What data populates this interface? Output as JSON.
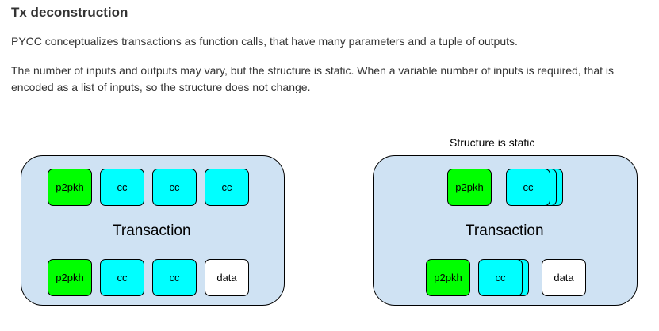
{
  "doc": {
    "title": "Tx deconstruction",
    "para1": "PYCC conceptualizes transactions as function calls, that have many parameters and a tuple of outputs.",
    "para2": "The number of inputs and outputs may vary, but the structure is static. When a variable number of inputs is required, that is encoded as a list of inputs, so the structure does not change."
  },
  "diagram": {
    "caption": "Structure is static",
    "left": {
      "label": "Transaction",
      "inputs": [
        "p2pkh",
        "cc",
        "cc",
        "cc"
      ],
      "outputs": [
        "p2pkh",
        "cc",
        "cc",
        "data"
      ]
    },
    "right": {
      "label": "Transaction",
      "inputs": [
        "p2pkh",
        "cc"
      ],
      "outputs": [
        "p2pkh",
        "cc",
        "data"
      ]
    }
  },
  "colors": {
    "box_fill": "#cfe2f3",
    "p2pkh": "#00ff00",
    "cc": "#00ffff",
    "data": "#ffffff"
  }
}
